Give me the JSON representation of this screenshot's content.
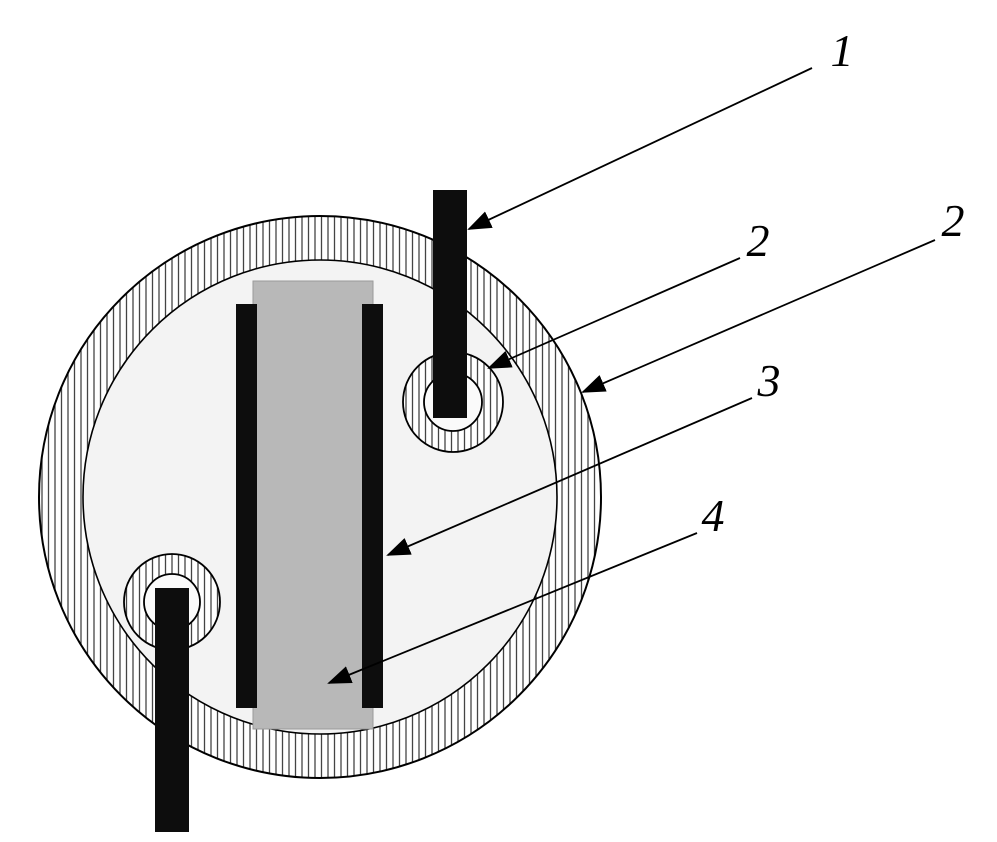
{
  "figure": {
    "labels": [
      {
        "text": "1"
      },
      {
        "text": "2"
      },
      {
        "text": "2"
      },
      {
        "text": "3"
      },
      {
        "text": "4"
      }
    ],
    "colors": {
      "outline": "#000000",
      "body_fill": "#f3f3f3",
      "core_fill": "#b8b8b8",
      "lead_fill": "#0d0d0d",
      "port_fill": "#fafafa"
    }
  }
}
